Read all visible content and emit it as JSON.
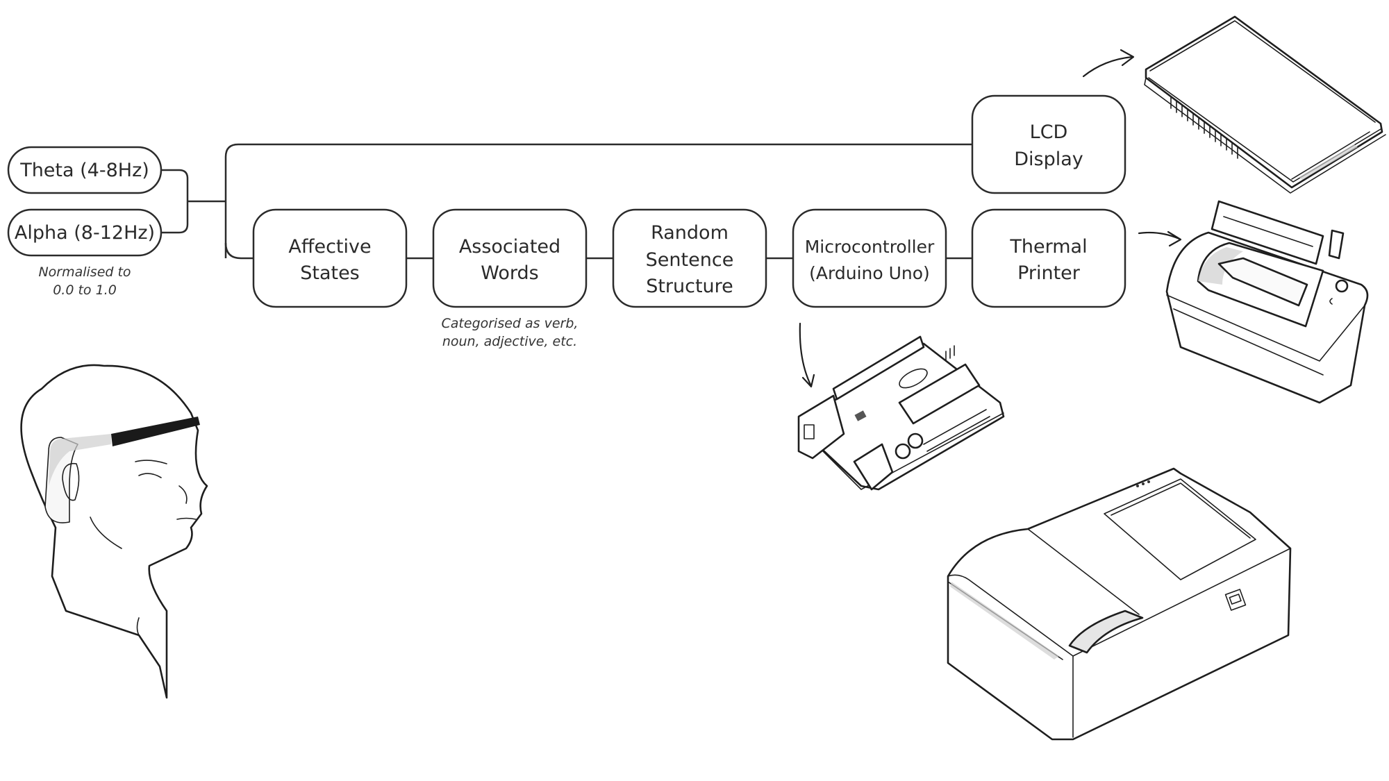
{
  "diagram": {
    "inputs": [
      {
        "id": "theta",
        "label": "Theta (4-8Hz)"
      },
      {
        "id": "alpha",
        "label": "Alpha (8-12Hz)"
      }
    ],
    "input_note": [
      "Normalised to",
      "0.0 to 1.0"
    ],
    "pipeline": [
      {
        "id": "affective-states",
        "lines": [
          "Affective",
          "States"
        ]
      },
      {
        "id": "associated-words",
        "lines": [
          "Associated",
          "Words"
        ]
      },
      {
        "id": "random-sentence-structure",
        "lines": [
          "Random",
          "Sentence",
          "Structure"
        ]
      },
      {
        "id": "microcontroller",
        "lines": [
          "Microcontroller",
          "(Arduino Uno)"
        ]
      },
      {
        "id": "thermal-printer",
        "lines": [
          "Thermal",
          "Printer"
        ]
      }
    ],
    "words_note": [
      "Categorised as verb,",
      "noun, adjective, etc."
    ],
    "output_display": {
      "id": "lcd-display",
      "lines": [
        "LCD",
        "Display"
      ]
    },
    "illustrations": [
      {
        "id": "eeg-headband-head",
        "icon": "head-with-eeg-headband-icon"
      },
      {
        "id": "lcd-screen",
        "icon": "lcd-screen-icon"
      },
      {
        "id": "mini-thermal-printer",
        "icon": "thermal-printer-open-icon"
      },
      {
        "id": "arduino-uno-board",
        "icon": "arduino-board-icon"
      },
      {
        "id": "desktop-thermal-printer",
        "icon": "thermal-printer-closed-icon"
      }
    ],
    "colors": {
      "line": "#2b2b2b",
      "text": "#2a2a2a",
      "background": "#ffffff"
    }
  }
}
